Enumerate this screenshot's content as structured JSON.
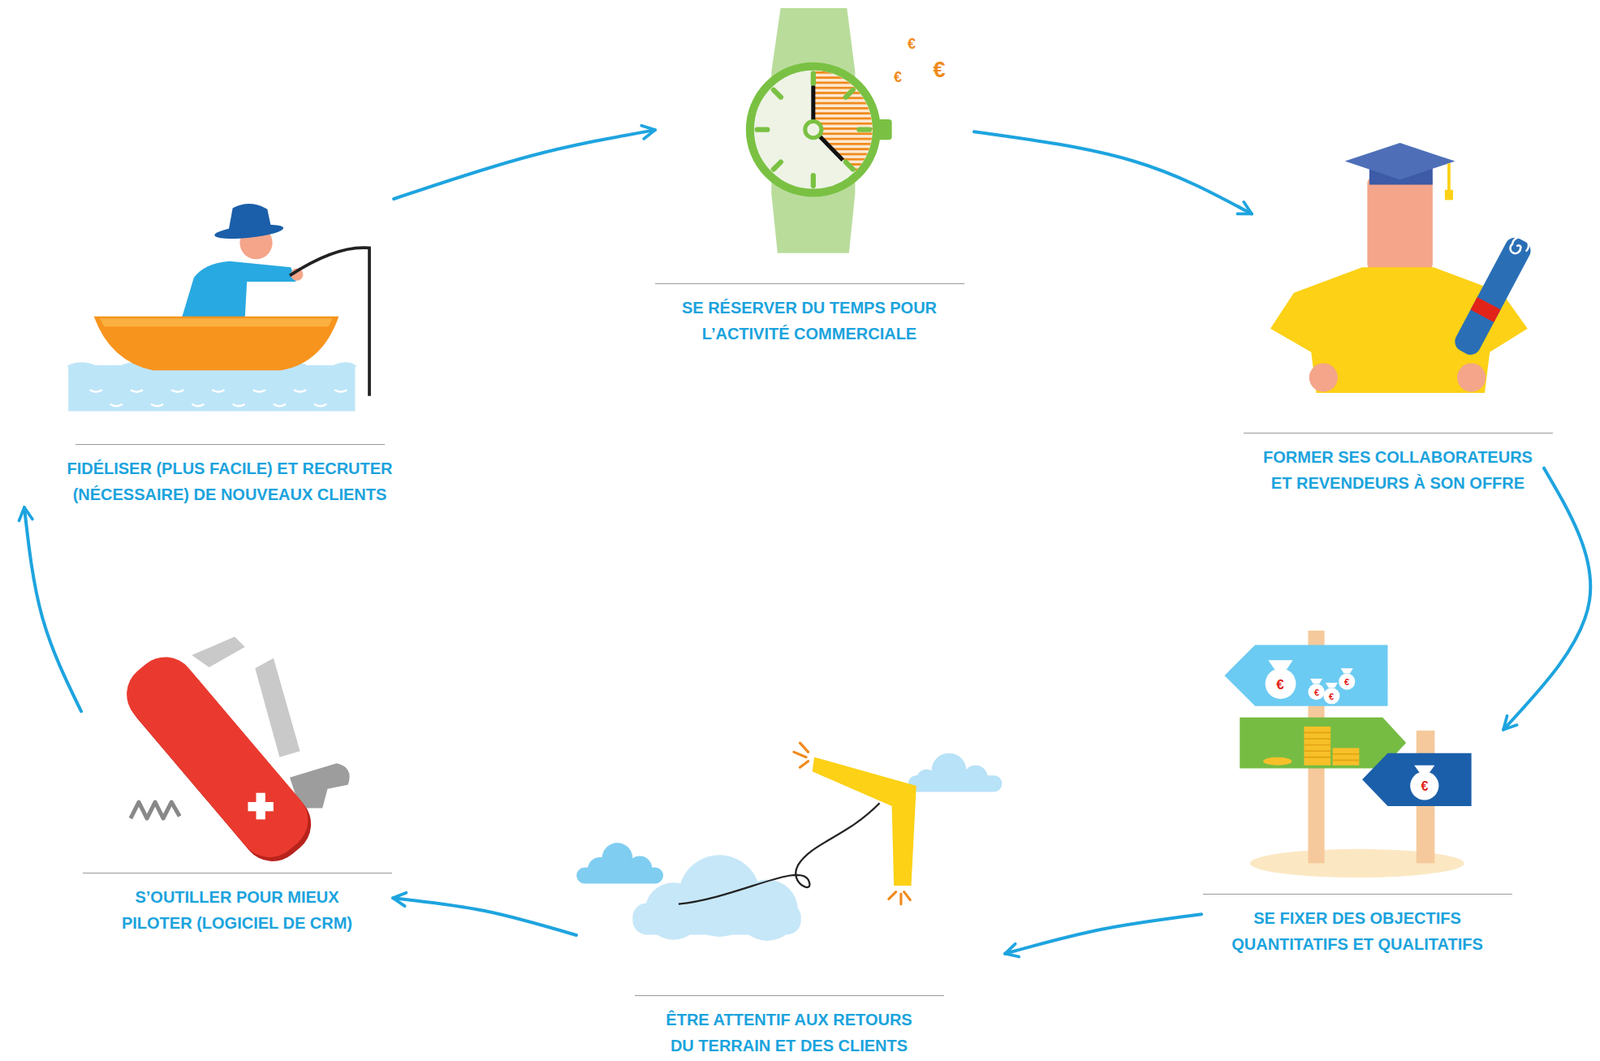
{
  "diagram": {
    "nodes": [
      {
        "text": [
          "FIDÉLISER (PLUS FACILE) ET RECRUTER (NÉCESSAIRE) DE NOUVEAUX CLIENTS"
        ]
      },
      {
        "text": [
          "SE RÉSERVER DU TEMPS POUR L’ACTIVITÉ COMMERCIALE"
        ]
      },
      {
        "text": [
          "FORMER SES COLLABORATEURS ET REVENDEURS À SON OFFRE"
        ]
      },
      {
        "text": [
          "S’OUTILLER POUR MIEUX PILOTER (LOGICIEL DE CRM)"
        ]
      },
      {
        "text": [
          "ÊTRE ATTENTIF AUX RETOURS DU TERRAIN ET DES CLIENTS"
        ]
      },
      {
        "text": [
          "SE FIXER DES OBJECTIFS QUANTITATIFS ET QUALITATIFS"
        ]
      }
    ],
    "edges": [
      {
        "from": 0,
        "to": 1,
        "arrow": "to"
      },
      {
        "from": 1,
        "to": 2,
        "arrow": "to"
      },
      {
        "from": 2,
        "to": 5,
        "arrow": "to"
      },
      {
        "from": 5,
        "to": 4,
        "arrow": "to"
      },
      {
        "from": 4,
        "to": 3,
        "arrow": "to"
      },
      {
        "from": 3,
        "to": 0,
        "arrow": "to"
      }
    ],
    "labels": [
      "€",
      "€",
      "€",
      "€",
      "€",
      "€",
      "€",
      "€"
    ]
  }
}
